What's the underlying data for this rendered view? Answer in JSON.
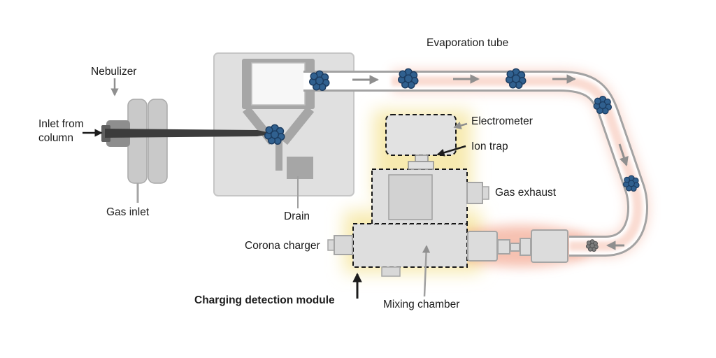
{
  "labels": {
    "nebulizer": "Nebulizer",
    "inlet_from_column": "Inlet from\ncolumn",
    "gas_inlet": "Gas inlet",
    "drain": "Drain",
    "evaporation_tube": "Evaporation tube",
    "electrometer": "Electrometer",
    "ion_trap": "Ion trap",
    "gas_exhaust": "Gas exhaust",
    "corona_charger": "Corona charger",
    "charging_detection_module": "Charging detection module",
    "mixing_chamber": "Mixing chamber"
  },
  "colors": {
    "background": "#ffffff",
    "component_light": "#e0e0e0",
    "component_mid": "#a6a6a6",
    "needle_dark": "#3c3c3c",
    "particle_blue": "#30608f",
    "particle_blue_outline": "#1b3b5f",
    "particle_gray": "#7d7d7d",
    "tube_outline": "#a3a3a3",
    "heat_glow_red": "#ee8465",
    "module_glow_yellow": "#f6e8a6",
    "dashed_outline": "#161616",
    "arrow_gray": "#8f8f8f",
    "arrow_black": "#1c1c1c"
  }
}
